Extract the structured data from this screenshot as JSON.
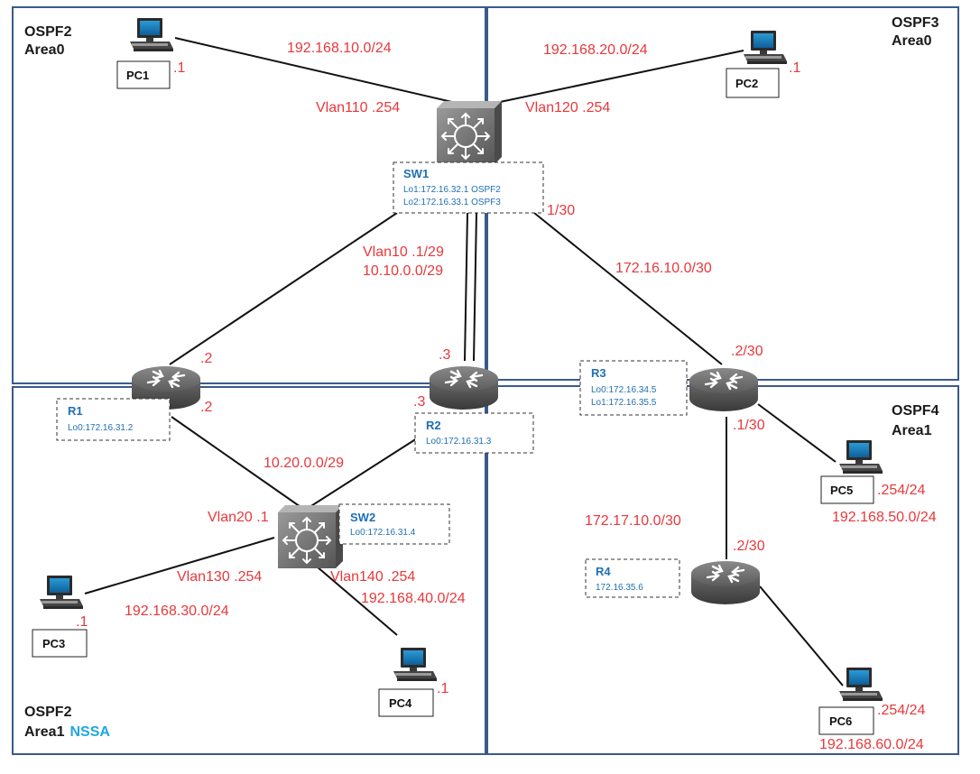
{
  "areas": {
    "ospf2_area0": {
      "line1": "OSPF2",
      "line2": "Area0"
    },
    "ospf3_area0": {
      "line1": "OSPF3",
      "line2": "Area0"
    },
    "ospf4_area1": {
      "line1": "OSPF4",
      "line2": "Area1"
    },
    "ospf2_area1": {
      "line1": "OSPF2",
      "line2": "Area1",
      "tag": "NSSA"
    }
  },
  "devices": {
    "sw1": {
      "name": "SW1",
      "info1": "Lo1:172.16.32.1 OSPF2",
      "info2": "Lo2:172.16.33.1 OSPF3"
    },
    "sw2": {
      "name": "SW2",
      "info1": "Lo0:172.16.31.4"
    },
    "r1": {
      "name": "R1",
      "info1": "Lo0:172.16.31.2"
    },
    "r2": {
      "name": "R2",
      "info1": "Lo0:172.16.31.3"
    },
    "r3": {
      "name": "R3",
      "info1": "Lo0:172.16.34.5",
      "info2": "Lo1:172.16.35.5"
    },
    "r4": {
      "name": "R4",
      "info1": "172.16.35.6"
    }
  },
  "pcs": {
    "pc1": {
      "name": "PC1",
      "addr": ".1"
    },
    "pc2": {
      "name": "PC2",
      "addr": ".1"
    },
    "pc3": {
      "name": "PC3",
      "addr": ".1"
    },
    "pc4": {
      "name": "PC4",
      "addr": ".1"
    },
    "pc5": {
      "name": "PC5",
      "addr": ".254/24"
    },
    "pc6": {
      "name": "PC6",
      "addr": ".254/24"
    }
  },
  "labels": {
    "net_10": "192.168.10.0/24",
    "net_20": "192.168.20.0/24",
    "vlan110": "Vlan110 .254",
    "vlan120": "Vlan120 .254",
    "sw1_r3": "1/30",
    "vlan10": "Vlan10 .1/29",
    "net_10_10": "10.10.0.0/29",
    "net_172_16_10": "172.16.10.0/30",
    "r1_top": ".2",
    "r1_bottom": ".2",
    "r2_top": ".3",
    "r2_left": ".3",
    "r3_top": ".2/30",
    "r3_bottom": ".1/30",
    "net_10_20": "10.20.0.0/29",
    "vlan20": "Vlan20 .1",
    "vlan130": "Vlan130 .254",
    "vlan140": "Vlan140 .254",
    "net_30": "192.168.30.0/24",
    "net_40": "192.168.40.0/24",
    "net_172_17": "172.17.10.0/30",
    "r4_top": ".2/30",
    "net_50": "192.168.50.0/24",
    "net_60": "192.168.60.0/24"
  },
  "colors": {
    "area_border": "#3a5a8c",
    "link": "#111111",
    "ip_text": "#e8383b",
    "device_text": "#1f6fb5",
    "nssa": "#1fa8e0"
  }
}
